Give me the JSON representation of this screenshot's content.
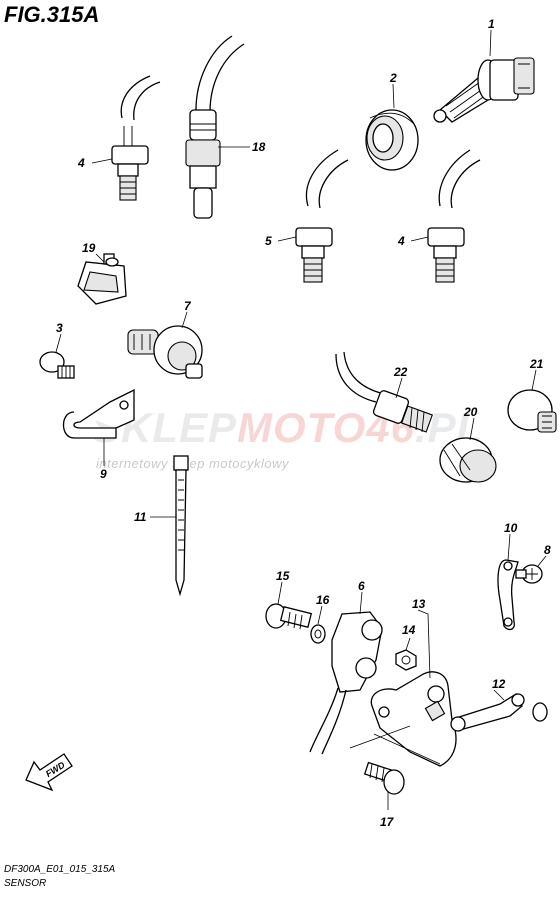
{
  "figure": {
    "title": "FIG.315A",
    "code": "DF300A_E01_015_315A",
    "name": "SENSOR"
  },
  "watermark": {
    "brand_left": "SKLEP",
    "brand_right": "MOTO46",
    "brand_suffix": ".PL",
    "tagline": "internetowy sklep motocyklowy",
    "color_main": "#9aa3ad",
    "color_accent": "#e04a4a"
  },
  "fwd_label": "FWD",
  "callouts": {
    "p1": "1",
    "p2": "2",
    "p3": "3",
    "p4a": "4",
    "p4b": "4",
    "p5": "5",
    "p6": "6",
    "p7": "7",
    "p8": "8",
    "p9": "9",
    "p10": "10",
    "p11": "11",
    "p12": "12",
    "p13": "13",
    "p14": "14",
    "p15": "15",
    "p16": "16",
    "p17": "17",
    "p18": "18",
    "p19": "19",
    "p20": "20",
    "p21": "21",
    "p22": "22"
  }
}
